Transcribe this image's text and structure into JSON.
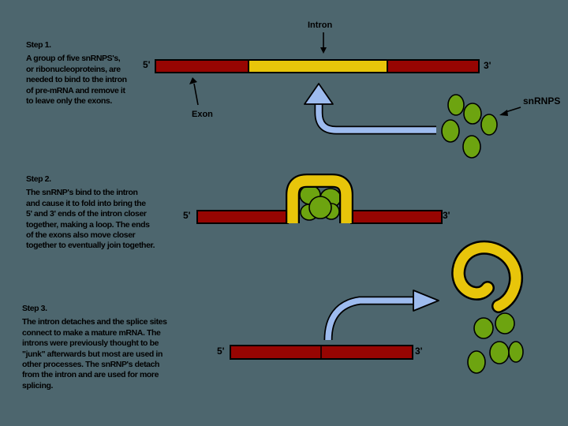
{
  "colors": {
    "background": "#4d666e",
    "exon_red": "#970502",
    "intron_yellow": "#e8c50a",
    "snrnp_green": "#6da410",
    "arrow_blue": "#9dbbee"
  },
  "steps": [
    {
      "title": "Step 1.",
      "body": "A group of five snRNPS's,\nor ribonucleoproteins, are\nneeded to bind to the intron\nof pre-mRNA and remove it\nto leave only the exons."
    },
    {
      "title": "Step 2.",
      "body": "The snRNP's bind to the intron\nand cause it to fold into bring the\n5' and 3' ends of the intron closer\ntogether, making a loop. The ends\nof the exons also move closer\ntogether to eventually join together."
    },
    {
      "title": "Step 3.",
      "body": "The intron detaches and the splice sites\nconnect to make a mature mRNA. The\nintrons were previously thought to be\n\"junk\" afterwards but most are used in\nother processes. The snRNP's detach\nfrom the intron and are used for more\nsplicing."
    }
  ],
  "labels": {
    "intron": "Intron",
    "exon": "Exon",
    "snrnps": "snRNPS",
    "five_prime": "5'",
    "three_prime": "3'"
  }
}
